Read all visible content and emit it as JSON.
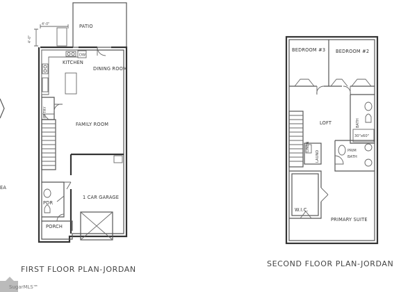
{
  "first_floor": {
    "title": "FIRST FLOOR PLAN-JORDAN",
    "rooms": {
      "patio": "PATIO",
      "kitchen": "KITCHEN",
      "dining": "DINING ROOM",
      "pantry": "PNTRY",
      "family": "FAMILY ROOM",
      "garage": "1 CAR GARAGE",
      "powder": "PDR",
      "porch": "PORCH"
    },
    "dims": {
      "a": "4'-0\"",
      "b": "4'-0\""
    },
    "fixtures": {
      "dishwasher": "DW"
    }
  },
  "second_floor": {
    "title": "SECOND FLOOR PLAN-JORDAN",
    "rooms": {
      "bedroom3": "BEDROOM #3",
      "bedroom2": "BEDROOM #2",
      "loft": "LOFT",
      "bath": "BATH",
      "laundry": "LAUND",
      "prim_bath_1": "PRIM",
      "prim_bath_2": "BATH",
      "wic": "W.I.C.",
      "primary": "PRIMARY SUITE"
    },
    "fixtures": {
      "tub": "30\"x60\"",
      "linen": "LINEN"
    }
  },
  "left_edge": {
    "label": "EA"
  },
  "watermark": "SugarMLS℠"
}
